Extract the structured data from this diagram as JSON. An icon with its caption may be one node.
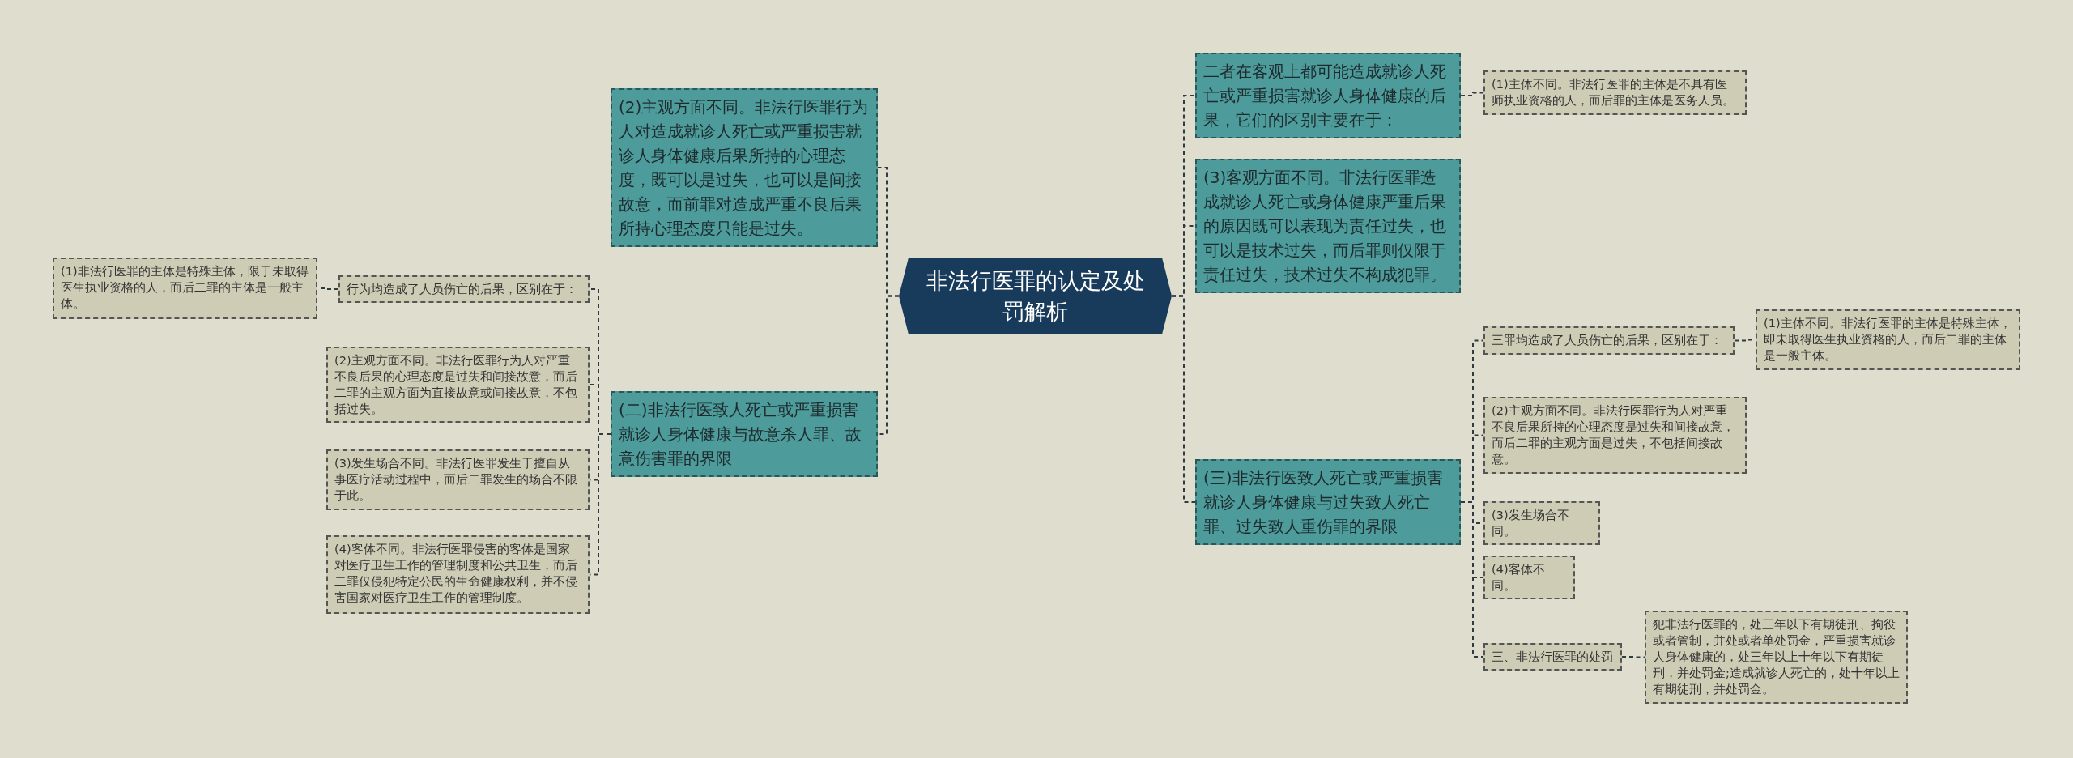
{
  "diagram": {
    "nodes": [
      {
        "text": [
          "非法行医罪的认定及处罚解析"
        ]
      },
      {
        "text": [
          "(2)主观方面不同。非法行医罪行为人对造成就诊人死亡或严重损害就诊人身体健康后果所持的心理态度，既可以是过失，也可以是间接故意，而前罪对造成严重不良后果所持心理态度只能是过失。"
        ]
      },
      {
        "text": [
          "(二)非法行医致人死亡或严重损害就诊人身体健康与故意杀人罪、故意伤害罪的界限"
        ]
      },
      {
        "text": [
          "行为均造成了人员伤亡的后果，区别在于："
        ]
      },
      {
        "text": [
          "(1)非法行医罪的主体是特殊主体，限于未取得医生执业资格的人，而后二罪的主体是一般主体。"
        ]
      },
      {
        "text": [
          "(2)主观方面不同。非法行医罪行为人对严重不良后果的心理态度是过失和间接故意，而后二罪的主观方面为直接故意或间接故意，不包括过失。"
        ]
      },
      {
        "text": [
          "(3)发生场合不同。非法行医罪发生于擅自从事医疗活动过程中，而后二罪发生的场合不限于此。"
        ]
      },
      {
        "text": [
          "(4)客体不同。非法行医罪侵害的客体是国家对医疗卫生工作的管理制度和公共卫生，而后二罪仅侵犯特定公民的生命健康权利，并不侵害国家对医疗卫生工作的管理制度。"
        ]
      },
      {
        "text": [
          "二者在客观上都可能造成就诊人死亡或严重损害就诊人身体健康的后果，它们的区别主要在于："
        ]
      },
      {
        "text": [
          "(1)主体不同。非法行医罪的主体是不具有医师执业资格的人，而后罪的主体是医务人员。"
        ]
      },
      {
        "text": [
          "(3)客观方面不同。非法行医罪造成就诊人死亡或身体健康严重后果的原因既可以表现为责任过失，也可以是技术过失，而后罪则仅限于责任过失，技术过失不构成犯罪。"
        ]
      },
      {
        "text": [
          "(三)非法行医致人死亡或严重损害就诊人身体健康与过失致人死亡罪、过失致人重伤罪的界限"
        ]
      },
      {
        "text": [
          "三罪均造成了人员伤亡的后果，区别在于："
        ]
      },
      {
        "text": [
          "(1)主体不同。非法行医罪的主体是特殊主体，即未取得医生执业资格的人，而后二罪的主体是一般主体。"
        ]
      },
      {
        "text": [
          "(2)主观方面不同。非法行医罪行为人对严重不良后果所持的心理态度是过失和间接故意，而后二罪的主观方面是过失，不包括间接故意。"
        ]
      },
      {
        "text": [
          "(3)发生场合不同。"
        ]
      },
      {
        "text": [
          "(4)客体不同。"
        ]
      },
      {
        "text": [
          "三、非法行医罪的处罚"
        ]
      },
      {
        "text": [
          "犯非法行医罪的，处三年以下有期徒刑、拘役或者管制，并处或者单处罚金，严重损害就诊人身体健康的，处三年以上十年以下有期徒刑，并处罚金;造成就诊人死亡的，处十年以上有期徒刑，并处罚金。"
        ]
      }
    ],
    "edges": [
      {
        "from": 0,
        "to": 1,
        "arrow": "none"
      },
      {
        "from": 0,
        "to": 2,
        "arrow": "none"
      },
      {
        "from": 2,
        "to": 3,
        "arrow": "none"
      },
      {
        "from": 3,
        "to": 4,
        "arrow": "none"
      },
      {
        "from": 2,
        "to": 5,
        "arrow": "none"
      },
      {
        "from": 2,
        "to": 6,
        "arrow": "none"
      },
      {
        "from": 2,
        "to": 7,
        "arrow": "none"
      },
      {
        "from": 0,
        "to": 8,
        "arrow": "none"
      },
      {
        "from": 8,
        "to": 9,
        "arrow": "none"
      },
      {
        "from": 0,
        "to": 10,
        "arrow": "none"
      },
      {
        "from": 0,
        "to": 11,
        "arrow": "none"
      },
      {
        "from": 11,
        "to": 12,
        "arrow": "none"
      },
      {
        "from": 12,
        "to": 13,
        "arrow": "none"
      },
      {
        "from": 11,
        "to": 14,
        "arrow": "none"
      },
      {
        "from": 11,
        "to": 15,
        "arrow": "none"
      },
      {
        "from": 11,
        "to": 16,
        "arrow": "none"
      },
      {
        "from": 11,
        "to": 17,
        "arrow": "none"
      },
      {
        "from": 17,
        "to": 18,
        "arrow": "none"
      }
    ]
  }
}
